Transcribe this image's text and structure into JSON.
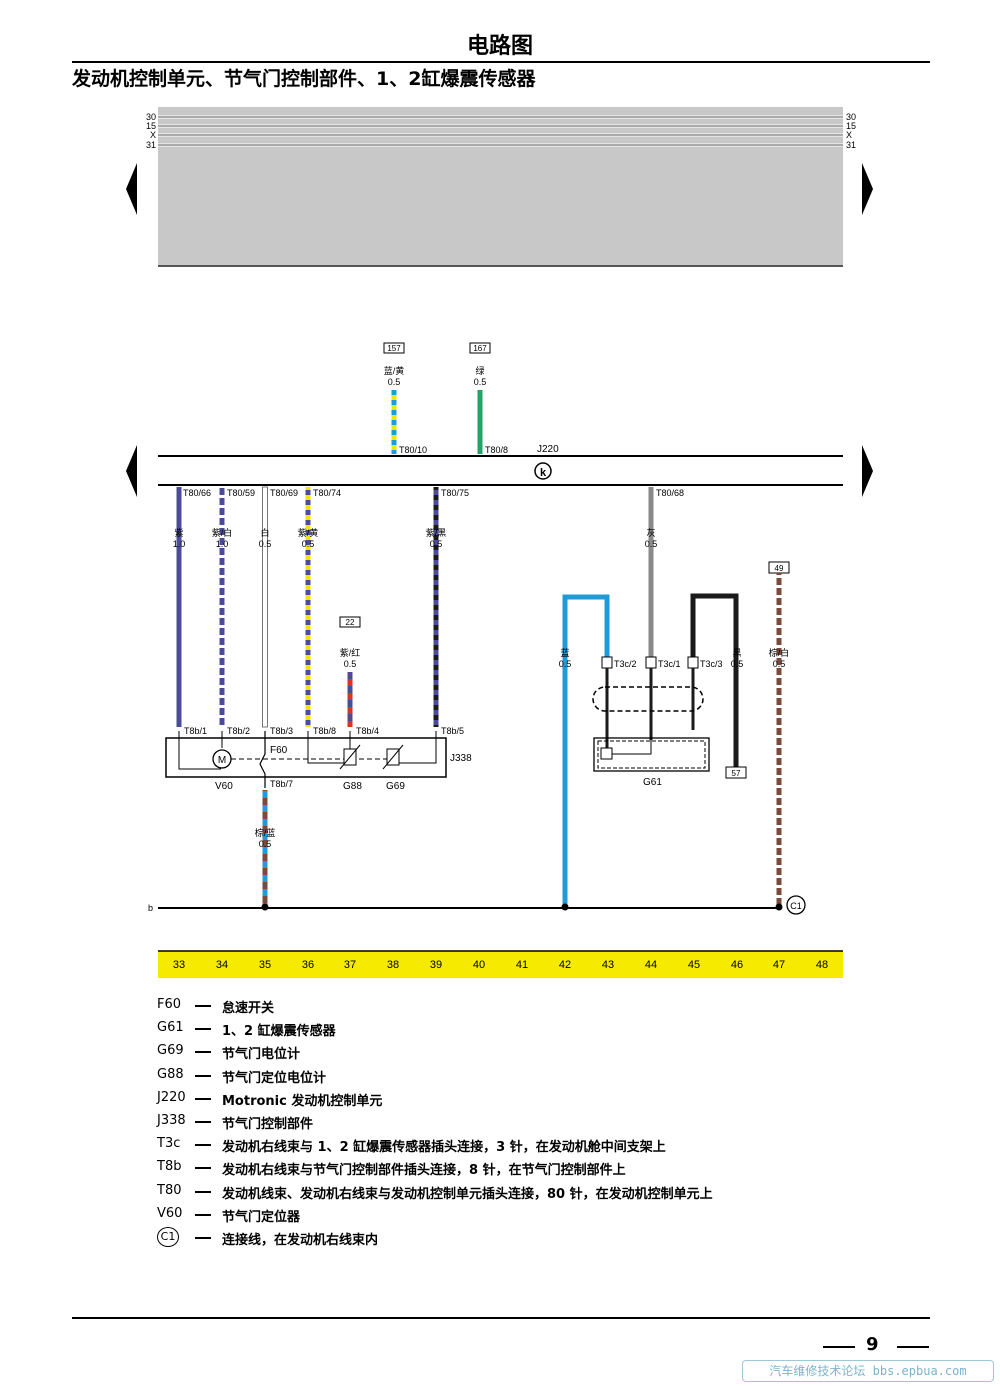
{
  "header": {
    "title": "电路图",
    "subtitle": "发动机控制单元、节气门控制部件、1、2缸爆震传感器"
  },
  "rails": [
    "30",
    "15",
    "X",
    "31"
  ],
  "colors": {
    "purple": "#4a4c9a",
    "white": "#ffffff",
    "yellow": "#f2e600",
    "black": "#1a1a1a",
    "blue": "#1f9bd7",
    "green": "#22a36a",
    "grey": "#8a8a8a",
    "brown": "#7a4a3a",
    "red": "#d9322a",
    "grid_bar": "#f5ea00",
    "header_panel": "#c8c8c8"
  },
  "refs": {
    "r157": "157",
    "r167": "167",
    "r22": "22",
    "r49": "49",
    "r57": "57"
  },
  "wires": {
    "t80_10": {
      "color": "蓝/黄",
      "size": "0.5"
    },
    "t80_8": {
      "color": "绿",
      "size": "0.5"
    },
    "t80_66": {
      "color": "紫",
      "size": "1.0"
    },
    "t80_59": {
      "color": "紫/白",
      "size": "1.0"
    },
    "t80_69": {
      "color": "白",
      "size": "0.5"
    },
    "t80_74": {
      "color": "紫/黄",
      "size": "0.5"
    },
    "t80_75": {
      "color": "紫/黑",
      "size": "0.5"
    },
    "t80_68": {
      "color": "灰",
      "size": "0.5"
    },
    "ref22": {
      "color": "紫/红",
      "size": "0.5"
    },
    "g61_blue": {
      "color": "蓝",
      "size": "0.5"
    },
    "g61_black": {
      "color": "黑",
      "size": "0.5"
    },
    "brown_white": {
      "color": "棕/白",
      "size": "0.5"
    },
    "t8b_7": {
      "color": "棕/蓝",
      "size": "0.5"
    }
  },
  "pins": {
    "t80_10": "T80/10",
    "t80_8": "T80/8",
    "t80_66": "T80/66",
    "t80_59": "T80/59",
    "t80_69": "T80/69",
    "t80_74": "T80/74",
    "t80_75": "T80/75",
    "t80_68": "T80/68",
    "t8b_1": "T8b/1",
    "t8b_2": "T8b/2",
    "t8b_3": "T8b/3",
    "t8b_8": "T8b/8",
    "t8b_4": "T8b/4",
    "t8b_5": "T8b/5",
    "t8b_7": "T8b/7",
    "t3c_2": "T3c/2",
    "t3c_1": "T3c/1",
    "t3c_3": "T3c/3"
  },
  "components": {
    "j220": "J220",
    "j220_symbol": "k",
    "j338": "J338",
    "v60": "V60",
    "f60": "F60",
    "g88": "G88",
    "g69": "G69",
    "g61": "G61",
    "motor": "M",
    "ground_rail": "b",
    "c1": "C1"
  },
  "grid": [
    "33",
    "34",
    "35",
    "36",
    "37",
    "38",
    "39",
    "40",
    "41",
    "42",
    "43",
    "44",
    "45",
    "46",
    "47",
    "48"
  ],
  "legend": [
    {
      "code": "F60",
      "desc": "怠速开关"
    },
    {
      "code": "G61",
      "desc": "1、2 缸爆震传感器"
    },
    {
      "code": "G69",
      "desc": "节气门电位计"
    },
    {
      "code": "G88",
      "desc": "节气门定位电位计"
    },
    {
      "code": "J220",
      "desc": "Motronic 发动机控制单元"
    },
    {
      "code": "J338",
      "desc": "节气门控制部件"
    },
    {
      "code": "T3c",
      "desc": "发动机右线束与 1、2 缸爆震传感器插头连接，3 针，在发动机舱中间支架上"
    },
    {
      "code": "T8b",
      "desc": "发动机右线束与节气门控制部件插头连接，8 针，在节气门控制部件上"
    },
    {
      "code": "T80",
      "desc": "发动机线束、发动机右线束与发动机控制单元插头连接，80 针，在发动机控制单元上"
    },
    {
      "code": "V60",
      "desc": "节气门定位器"
    },
    {
      "code": "C1",
      "desc": "连接线，在发动机右线束内"
    }
  ],
  "footer": {
    "page_number": "9",
    "watermark": "汽车维修技术论坛 bbs.epbua.com"
  }
}
